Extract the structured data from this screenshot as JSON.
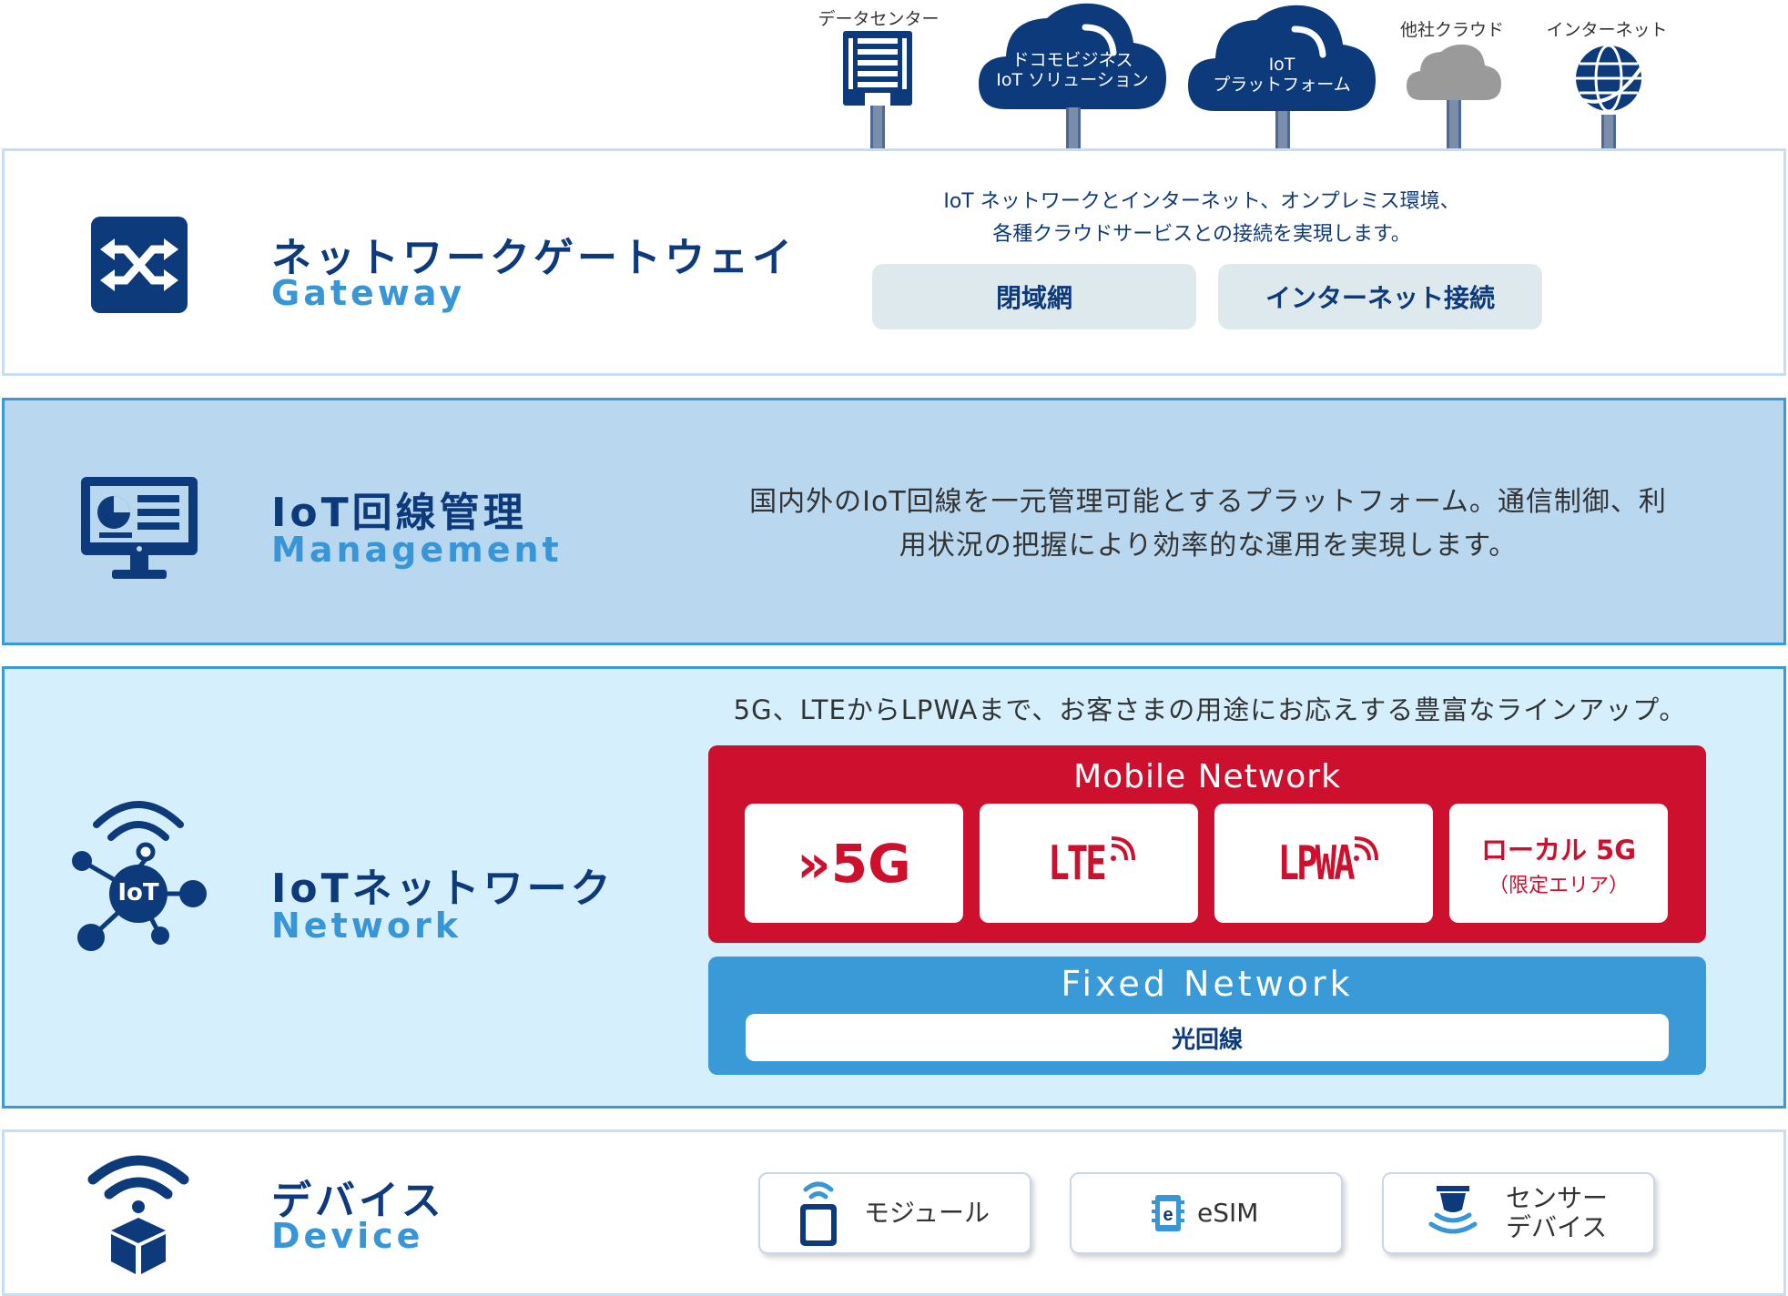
{
  "top": {
    "items": [
      {
        "label": "データセンター",
        "icon": "building-icon"
      },
      {
        "lines": [
          "ドコモビジネス",
          "IoT ソリューション"
        ],
        "icon": "cloud-icon"
      },
      {
        "lines": [
          "IoT",
          "プラットフォーム"
        ],
        "icon": "cloud-icon"
      },
      {
        "label": "他社クラウド",
        "icon": "cloud-icon"
      },
      {
        "label": "インターネット",
        "icon": "globe-icon"
      }
    ]
  },
  "gateway": {
    "title_jp": "ネットワークゲートウェイ",
    "title_en": "Gateway",
    "desc": [
      "IoT ネットワークとインターネット、オンプレミス環境、",
      "各種クラウドサービスとの接続を実現します。"
    ],
    "pills": [
      "閉域網",
      "インターネット接続"
    ],
    "icon": "shuffle-icon"
  },
  "management": {
    "title_jp": "IoT回線管理",
    "title_en": "Management",
    "desc": [
      "国内外のIoT回線を一元管理可能とするプラットフォーム。通信制御、利",
      "用状況の把握により効率的な運用を実現します。"
    ],
    "icon": "monitor-dashboard-icon"
  },
  "network": {
    "title_jp": "IoTネットワーク",
    "title_en": "Network",
    "desc": "5G、LTEからLPWAまで、お客さまの用途にお応えする豊富なラインアップ。",
    "hub_label": "IoT",
    "mobile_title": "Mobile Network",
    "mobile_items": [
      "»5G",
      "LTE",
      "LPWA",
      "ローカル 5G",
      "（限定エリア）"
    ],
    "fixed_title": "Fixed Network",
    "fixed_item": "光回線",
    "icon": "iot-hub-icon"
  },
  "device": {
    "title_jp": "デバイス",
    "title_en": "Device",
    "items": [
      {
        "label": "モジュール",
        "icon": "module-icon"
      },
      {
        "label": "eSIM",
        "icon": "esim-icon",
        "chip_letter": "e"
      },
      {
        "lines": [
          "センサー",
          "デバイス"
        ],
        "icon": "sensor-icon"
      }
    ],
    "icon": "wifi-box-icon"
  },
  "colors": {
    "navy": "#0d3a7a",
    "accent_blue": "#3896d6",
    "mobile_red": "#cd102d",
    "fixed_blue": "#3a9ad8",
    "mgmt_bg": "#b9d7ef",
    "network_bg": "#d5f0fc",
    "pill_bg": "#dde9ec"
  }
}
